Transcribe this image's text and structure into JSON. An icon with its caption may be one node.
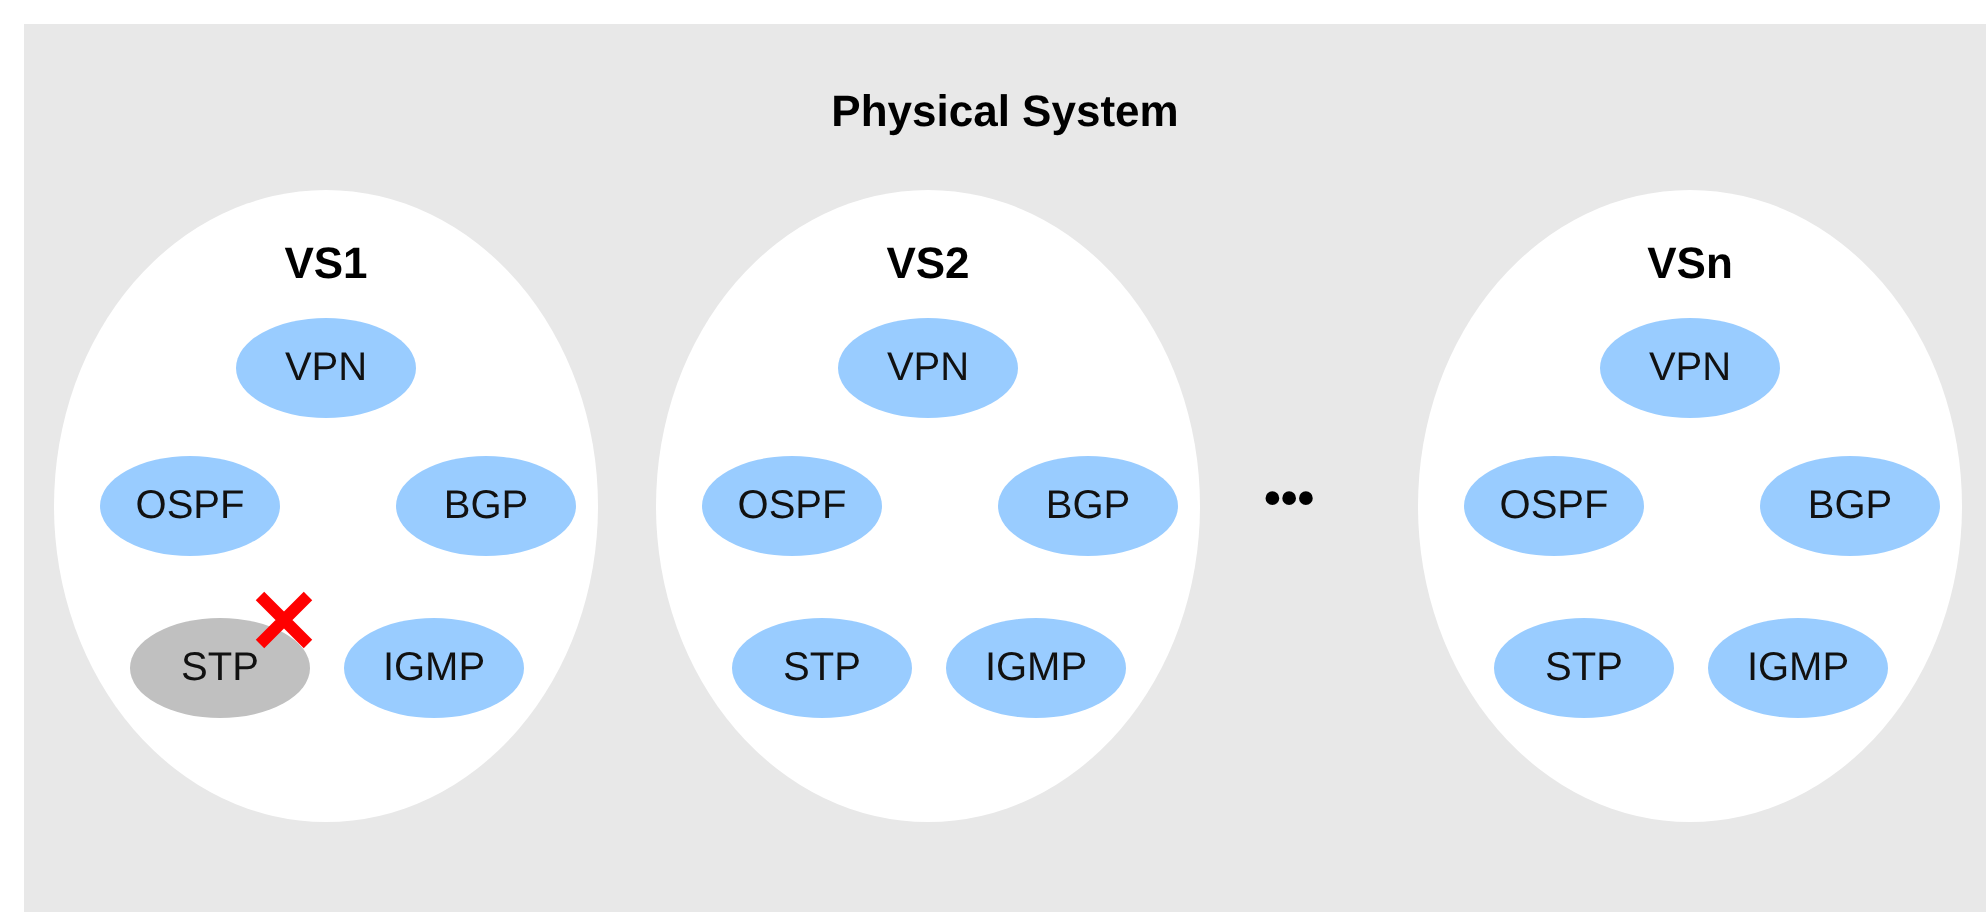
{
  "diagram": {
    "nodes": [
      {
        "text": [
          "Physical System"
        ]
      },
      {
        "text": [
          "VS1"
        ],
        "in": 0
      },
      {
        "text": [
          "VPN"
        ],
        "in": 1
      },
      {
        "text": [
          "OSPF"
        ],
        "in": 1
      },
      {
        "text": [
          "BGP"
        ],
        "in": 1
      },
      {
        "text": [
          "STP"
        ],
        "in": 1
      },
      {
        "text": [
          "IGMP"
        ],
        "in": 1
      },
      {
        "text": [
          "VS2"
        ],
        "in": 0
      },
      {
        "text": [
          "VPN"
        ],
        "in": 7
      },
      {
        "text": [
          "OSPF"
        ],
        "in": 7
      },
      {
        "text": [
          "BGP"
        ],
        "in": 7
      },
      {
        "text": [
          "STP"
        ],
        "in": 7
      },
      {
        "text": [
          "IGMP"
        ],
        "in": 7
      },
      {
        "text": [
          "VSn"
        ],
        "in": 0
      },
      {
        "text": [
          "VPN"
        ],
        "in": 13
      },
      {
        "text": [
          "OSPF"
        ],
        "in": 13
      },
      {
        "text": [
          "BGP"
        ],
        "in": 13
      },
      {
        "text": [
          "STP"
        ],
        "in": 13
      },
      {
        "text": [
          "IGMP"
        ],
        "in": 13
      }
    ],
    "labels": [
      "•••"
    ]
  }
}
